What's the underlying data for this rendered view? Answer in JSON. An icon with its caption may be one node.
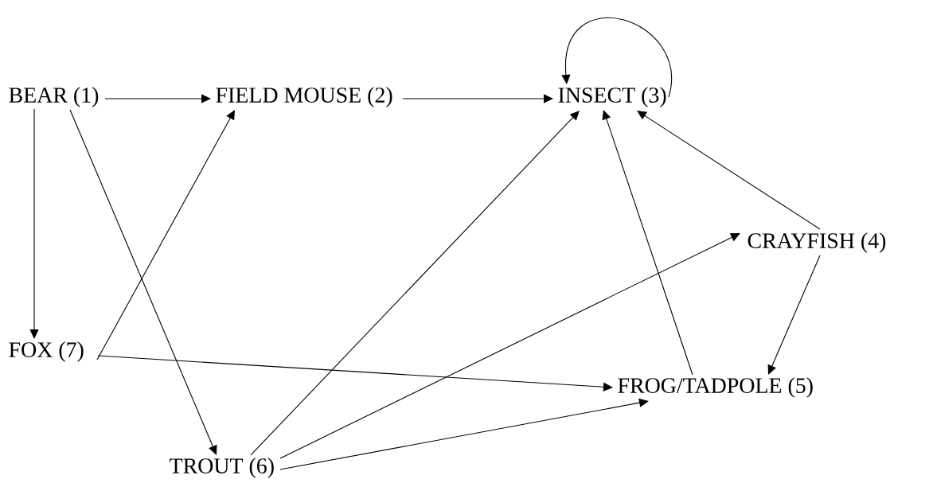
{
  "diagram": {
    "nodes": [
      {
        "text": [
          "BEAR (1)"
        ]
      },
      {
        "text": [
          "FIELD MOUSE (2)"
        ]
      },
      {
        "text": [
          "INSECT (3)"
        ]
      },
      {
        "text": [
          "CRAYFISH (4)"
        ]
      },
      {
        "text": [
          "FROG/TADPOLE (5)"
        ]
      },
      {
        "text": [
          "TROUT (6)"
        ]
      },
      {
        "text": [
          "FOX (7)"
        ]
      }
    ],
    "edges": [
      {
        "from": 0,
        "to": 1,
        "arrow": "to"
      },
      {
        "from": 1,
        "to": 2,
        "arrow": "to"
      },
      {
        "from": 2,
        "to": 2,
        "arrow": "to"
      },
      {
        "from": 0,
        "to": 6,
        "arrow": "to"
      },
      {
        "from": 0,
        "to": 5,
        "arrow": "to"
      },
      {
        "from": 6,
        "to": 1,
        "arrow": "to"
      },
      {
        "from": 6,
        "to": 4,
        "arrow": "to"
      },
      {
        "from": 5,
        "to": 2,
        "arrow": "to"
      },
      {
        "from": 5,
        "to": 3,
        "arrow": "to"
      },
      {
        "from": 5,
        "to": 4,
        "arrow": "to"
      },
      {
        "from": 4,
        "to": 2,
        "arrow": "to"
      },
      {
        "from": 3,
        "to": 2,
        "arrow": "to"
      },
      {
        "from": 3,
        "to": 4,
        "arrow": "to"
      }
    ]
  }
}
